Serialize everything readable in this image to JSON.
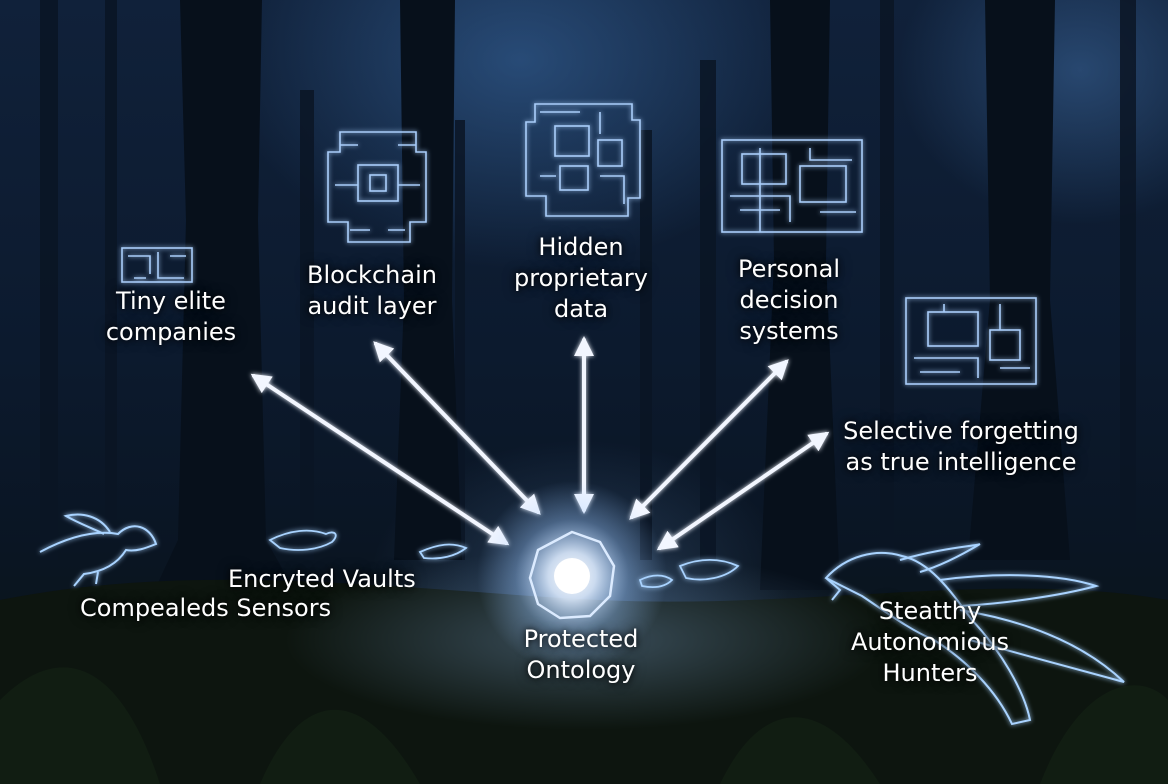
{
  "diagram": {
    "center": {
      "label_line1": "Protected",
      "label_line2": "Ontology"
    },
    "nodes": [
      {
        "id": "tiny-elite",
        "line1": "Tiny elite",
        "line2": "companies"
      },
      {
        "id": "blockchain",
        "line1": "Blockchain",
        "line2": "audit layer"
      },
      {
        "id": "hidden-data",
        "line1": "Hidden",
        "line2": "proprietary",
        "line3": "data"
      },
      {
        "id": "personal-decision",
        "line1": "Personal",
        "line2": "decision",
        "line3": "systems"
      },
      {
        "id": "selective-forgetting",
        "line1": "Selective forgetting",
        "line2": "as true intelligence"
      }
    ],
    "side_labels": {
      "vaults": "Encryted Vaults",
      "sensors": "Compealeds Sensors",
      "hunters_line1": "Steatthy",
      "hunters_line2": "Autonomious",
      "hunters_line3": "Hunters"
    }
  },
  "colors": {
    "text": "#ffffff",
    "arrow": "#f2f6ff",
    "circuit": "#a9cdfa",
    "orb_core": "#ffffff",
    "orb_glow": "#9cc8ff",
    "creature": "#a9d3ff"
  }
}
